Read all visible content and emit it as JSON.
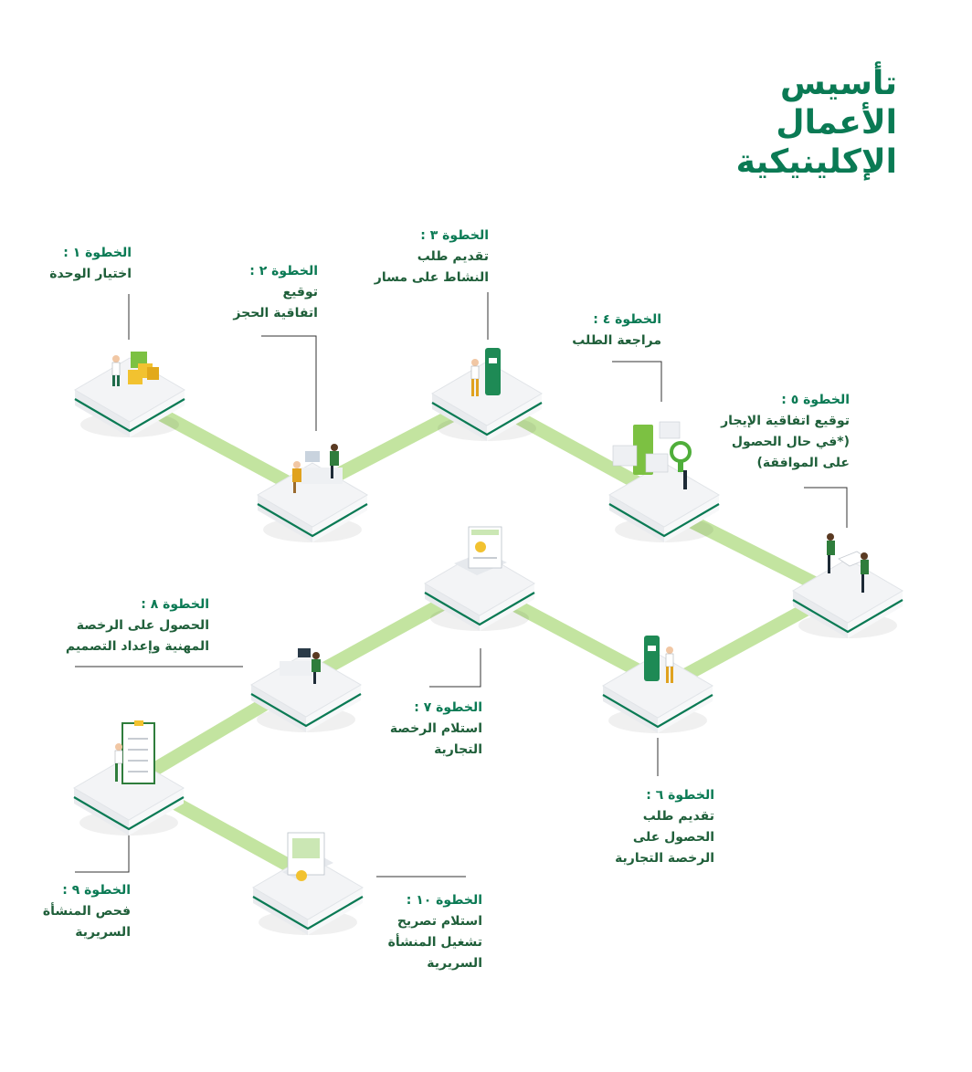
{
  "title": [
    "تأسيس",
    "الأعمال",
    "الإكلينيكية"
  ],
  "colors": {
    "brand_green": "#0a7a54",
    "dark_green": "#1f5f3a",
    "connector_green": "#c3e4a0",
    "platform_top": "#f4f5f6",
    "platform_side": "#ffffff"
  },
  "steps": [
    {
      "step": "الخطوة ١ :",
      "lines": [
        "اختيار الوحدة"
      ]
    },
    {
      "step": "الخطوة ٢ :",
      "lines": [
        "توقيع",
        "اتفاقية الحجز"
      ]
    },
    {
      "step": "الخطوة ٣ :",
      "lines": [
        "تقديم طلب",
        "النشاط على مسار"
      ]
    },
    {
      "step": "الخطوة ٤ :",
      "lines": [
        "مراجعة الطلب"
      ]
    },
    {
      "step": "الخطوة ٥ :",
      "lines": [
        "توقيع اتفاقية الإيجار",
        "(*في حال الحصول",
        "على الموافقة)"
      ]
    },
    {
      "step": "الخطوة ٦ :",
      "lines": [
        "تقديم طلب",
        "الحصول على",
        "الرخصة التجارية"
      ]
    },
    {
      "step": "الخطوة ٧ :",
      "lines": [
        "استلام الرخصة",
        "التجارية"
      ]
    },
    {
      "step": "الخطوة ٨ :",
      "lines": [
        "الحصول على الرخصة",
        "المهنية وإعداد التصميم"
      ]
    },
    {
      "step": "الخطوة ٩ :",
      "lines": [
        "فحص المنشأة",
        "السريرية"
      ]
    },
    {
      "step": "الخطوة ١٠ :",
      "lines": [
        "استلام تصريح",
        "تشغيل المنشأة",
        "السريرية"
      ]
    }
  ]
}
